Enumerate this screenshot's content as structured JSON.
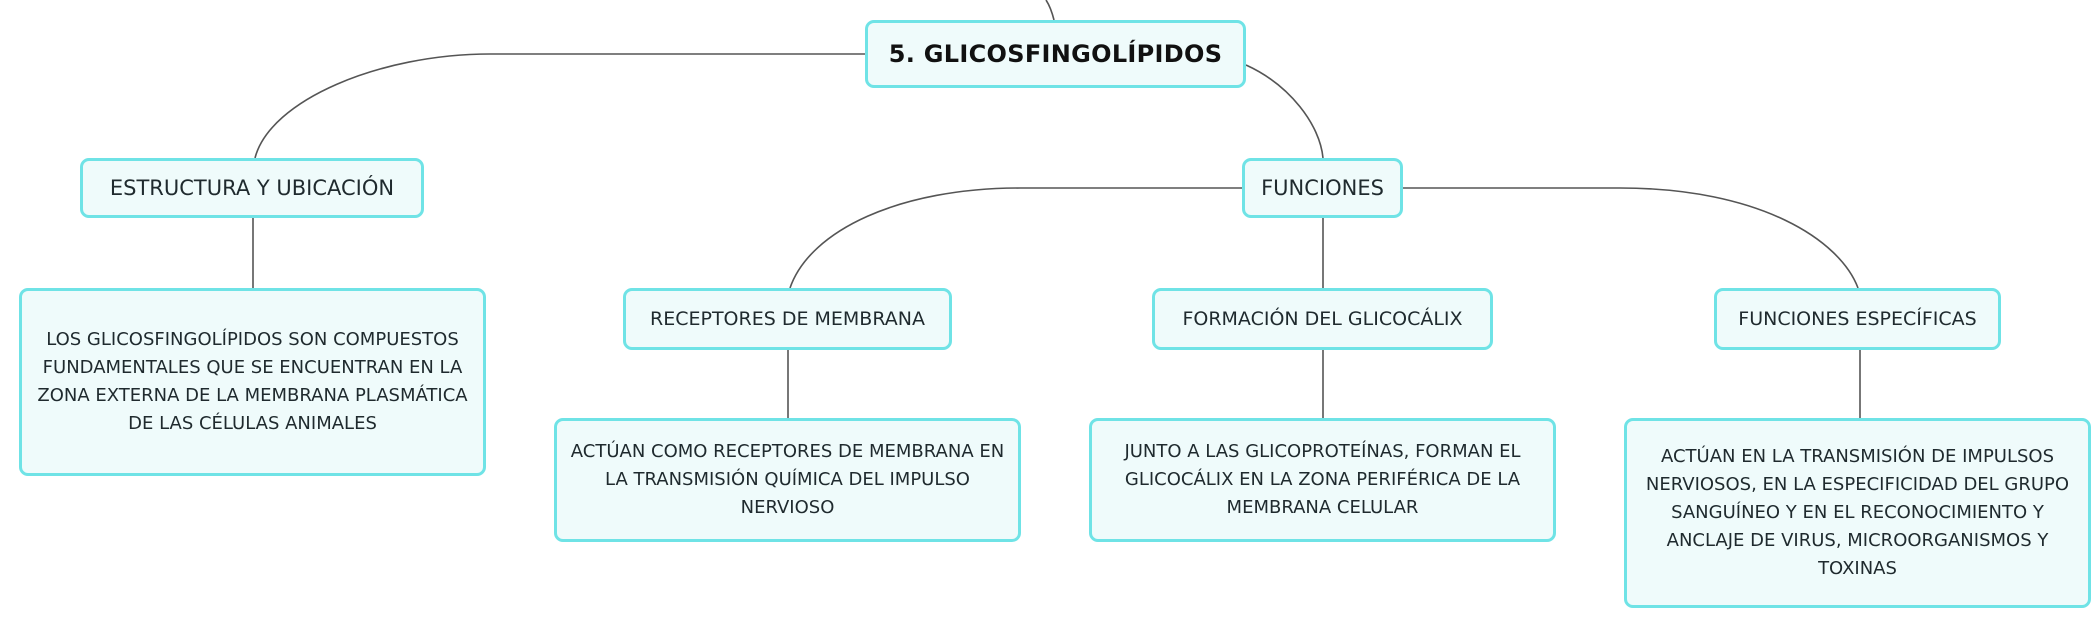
{
  "diagram": {
    "root": {
      "label": "5. GLICOSFINGOLÍPIDOS"
    },
    "estructura": {
      "label": "ESTRUCTURA Y UBICACIÓN",
      "detail": "LOS GLICOSFINGOLÍPIDOS SON COMPUESTOS FUNDAMENTALES QUE SE ENCUENTRAN EN LA ZONA EXTERNA DE LA MEMBRANA PLASMÁTICA DE LAS CÉLULAS ANIMALES"
    },
    "funciones": {
      "label": "FUNCIONES",
      "children": [
        {
          "label": "RECEPTORES DE MEMBRANA",
          "detail": "ACTÚAN COMO RECEPTORES DE MEMBRANA EN LA TRANSMISIÓN QUÍMICA DEL IMPULSO NERVIOSO"
        },
        {
          "label": "FORMACIÓN DEL GLICOCÁLIX",
          "detail": "JUNTO A LAS GLICOPROTEÍNAS, FORMAN EL GLICOCÁLIX EN LA ZONA PERIFÉRICA DE LA MEMBRANA CELULAR"
        },
        {
          "label": "FUNCIONES ESPECÍFICAS",
          "detail": "ACTÚAN EN LA TRANSMISIÓN DE IMPULSOS NERVIOSOS, EN LA ESPECIFICIDAD DEL GRUPO SANGUÍNEO Y EN EL RECONOCIMIENTO Y ANCLAJE DE VIRUS, MICROORGANISMOS Y TOXINAS"
        }
      ]
    }
  },
  "colors": {
    "node_border": "#6fe3e6",
    "node_fill": "#effbfb",
    "connector": "#555555"
  }
}
